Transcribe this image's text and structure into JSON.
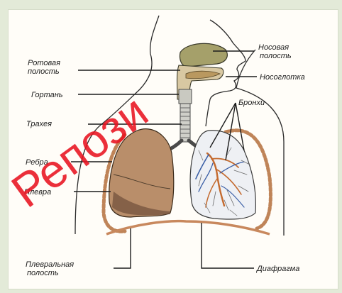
{
  "labels": {
    "oral_cavity_1": "Ротовая",
    "oral_cavity_2": "полость",
    "larynx": "Гортань",
    "trachea": "Трахея",
    "ribs": "Ребра",
    "pleura": "Плевра",
    "pleural_cavity_1": "Плевральная",
    "pleural_cavity_2": "полость",
    "nasal_cavity_1": "Носовая",
    "nasal_cavity_2": "полость",
    "nasopharynx": "Носоглотка",
    "bronchi": "Бронхи",
    "diaphragm": "Диафрагма"
  },
  "watermark": "Репози",
  "colors": {
    "background": "#e3ead8",
    "lung": "#b98e6a",
    "diaphragm": "#c8885d",
    "nasal": "#a5a06a",
    "watermark": "#e8121f"
  }
}
